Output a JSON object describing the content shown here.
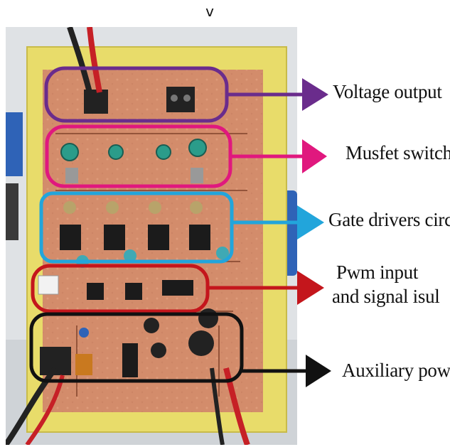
{
  "header": {
    "letter": "v"
  },
  "labels": [
    {
      "id": "voltage-output",
      "text": "Voltage output",
      "color": "#6a2c8c"
    },
    {
      "id": "musfet-switch",
      "text": "Musfet switch",
      "color": "#e0187e"
    },
    {
      "id": "gate-drivers",
      "text": "Gate drivers circ",
      "color": "#22a5db"
    },
    {
      "id": "pwm-input-line1",
      "text": "Pwm input",
      "color": "#c4161c"
    },
    {
      "id": "pwm-input-line2",
      "text": "and signal isul",
      "color": "#c4161c"
    },
    {
      "id": "auxiliary-power",
      "text": "Auxiliary pow",
      "color": "#111111"
    }
  ],
  "colors": {
    "board_yellow": "#e8dc6a",
    "pcb_copper": "#d99272",
    "voltage_box": "#6a2c8c",
    "musfet_box": "#e0187e",
    "gate_box": "#22a5db",
    "pwm_box": "#c4161c",
    "aux_box": "#111111"
  }
}
